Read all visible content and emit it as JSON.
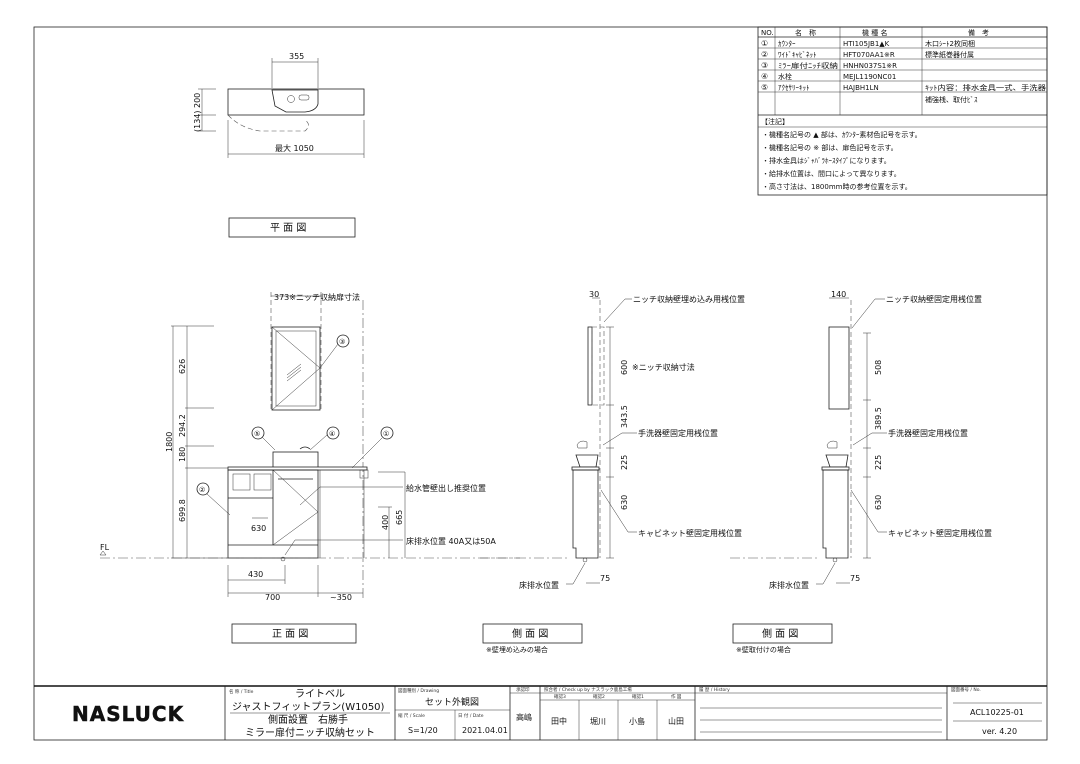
{
  "parts_table": {
    "headers": [
      "NO.",
      "名　称",
      "機 種 名",
      "備　考"
    ],
    "rows": [
      {
        "no": "①",
        "name": "ｶｳﾝﾀｰ",
        "model": "HTI105JB1▲K",
        "note": "木口ｼｰﾄ2枚同梱",
        "note2": ""
      },
      {
        "no": "②",
        "name": "ﾜｲﾄﾞｷｬﾋﾞﾈｯﾄ",
        "model": "HFT070AA1※R",
        "note": "標準紙巻器付属",
        "note2": ""
      },
      {
        "no": "③",
        "name": "ﾐﾗｰ扉付ﾆｯﾁ収納",
        "model": "HNHN037S1※R",
        "note": "",
        "note2": ""
      },
      {
        "no": "④",
        "name": "水栓",
        "model": "MEJL1190NC01",
        "note": "",
        "note2": ""
      },
      {
        "no": "⑤",
        "name": "ｱｸｾｻﾘｰｷｯﾄ",
        "model": "HAJBH1LN",
        "note": "ｷｯﾄ内容：排水金具一式、手洗器",
        "note2": "補強桟、取付ﾋﾞｽ"
      }
    ],
    "notes_title": "【注記】",
    "notes": [
      "・機種名記号の ▲ 部は、ｶｳﾝﾀｰ素材色記号を示す。",
      "・機種名記号の ※ 部は、扉色記号を示す。",
      "・排水金具はｼﾞｬﾊﾞﾗﾎｰｽﾀｲﾌﾟになります。",
      "・給排水位置は、間口によって異なります。",
      "・高さ寸法は、1800mm時の参考位置を示す。"
    ]
  },
  "plan_view": {
    "dim_basin": "355",
    "dim_200": "200",
    "dim_134": "(134)",
    "dim_max": "最大 1050",
    "label": "平 面 図"
  },
  "front_view": {
    "dim_niche_door": "373※ニッチ収納扉寸法",
    "dim_total": "1800",
    "dim_626": "626",
    "dim_294": "294.2",
    "dim_180": "180",
    "dim_699": "699.8",
    "dim_630": "630",
    "dim_400": "400",
    "dim_665": "665",
    "dim_430": "430",
    "dim_700": "700",
    "dim_350": "~350",
    "fl": "FL",
    "water_supply": "給水管壁出し推奨位置",
    "floor_drain": "床排水位置 40A又は50A",
    "callouts": [
      "①",
      "②",
      "③",
      "④",
      "⑤"
    ],
    "label": "正 面 図"
  },
  "side_view_embed": {
    "dim_30": "30",
    "dim_600": "600",
    "dim_343": "343.5",
    "dim_225": "225",
    "dim_630": "630",
    "dim_75": "75",
    "niche_batten": "ニッチ収納壁埋め込み用桟位置",
    "niche_size": "※ニッチ収納寸法",
    "basin_batten": "手洗器壁固定用桟位置",
    "cabinet_batten": "キャビネット壁固定用桟位置",
    "floor_drain": "床排水位置",
    "label": "側 面 図",
    "caption": "※壁埋め込みの場合"
  },
  "side_view_mount": {
    "dim_140": "140",
    "dim_508": "508",
    "dim_389": "389.5",
    "dim_225": "225",
    "dim_630": "630",
    "dim_75": "75",
    "niche_batten": "ニッチ収納壁固定用桟位置",
    "basin_batten": "手洗器壁固定用桟位置",
    "cabinet_batten": "キャビネット壁固定用桟位置",
    "floor_drain": "床排水位置",
    "label": "側 面 図",
    "caption": "※壁取付けの場合"
  },
  "title_block": {
    "logo": "NASLUCK",
    "title_caption": "名 称 / Title",
    "title_line1": "ライトベル",
    "title_line2": "ジャストフィットプラン(W1050)",
    "title_line3": "側面設置　右勝手",
    "title_line4": "ミラー扉付ニッチ収納セット",
    "drawing_caption": "図面種別 / Drawing",
    "drawing_type": "セット外観図",
    "scale_caption": "縮 尺 / Scale",
    "scale": "S=1/20",
    "date_caption": "日 付 / Date",
    "date": "2021.04.01",
    "approval_caption": "承認印",
    "approver": "高嶋",
    "check_caption": "照合者 / Check up by ナスラック鹿島工場",
    "check_headers": [
      "確認3",
      "確認2",
      "確認1",
      "作 図"
    ],
    "checkers": [
      "田中",
      "堀川",
      "小島",
      "山田"
    ],
    "history_caption": "履 歴 / History",
    "no_caption": "図面番号 / No.",
    "drawing_no": "ACL10225-01",
    "version": "ver. 4.20"
  }
}
